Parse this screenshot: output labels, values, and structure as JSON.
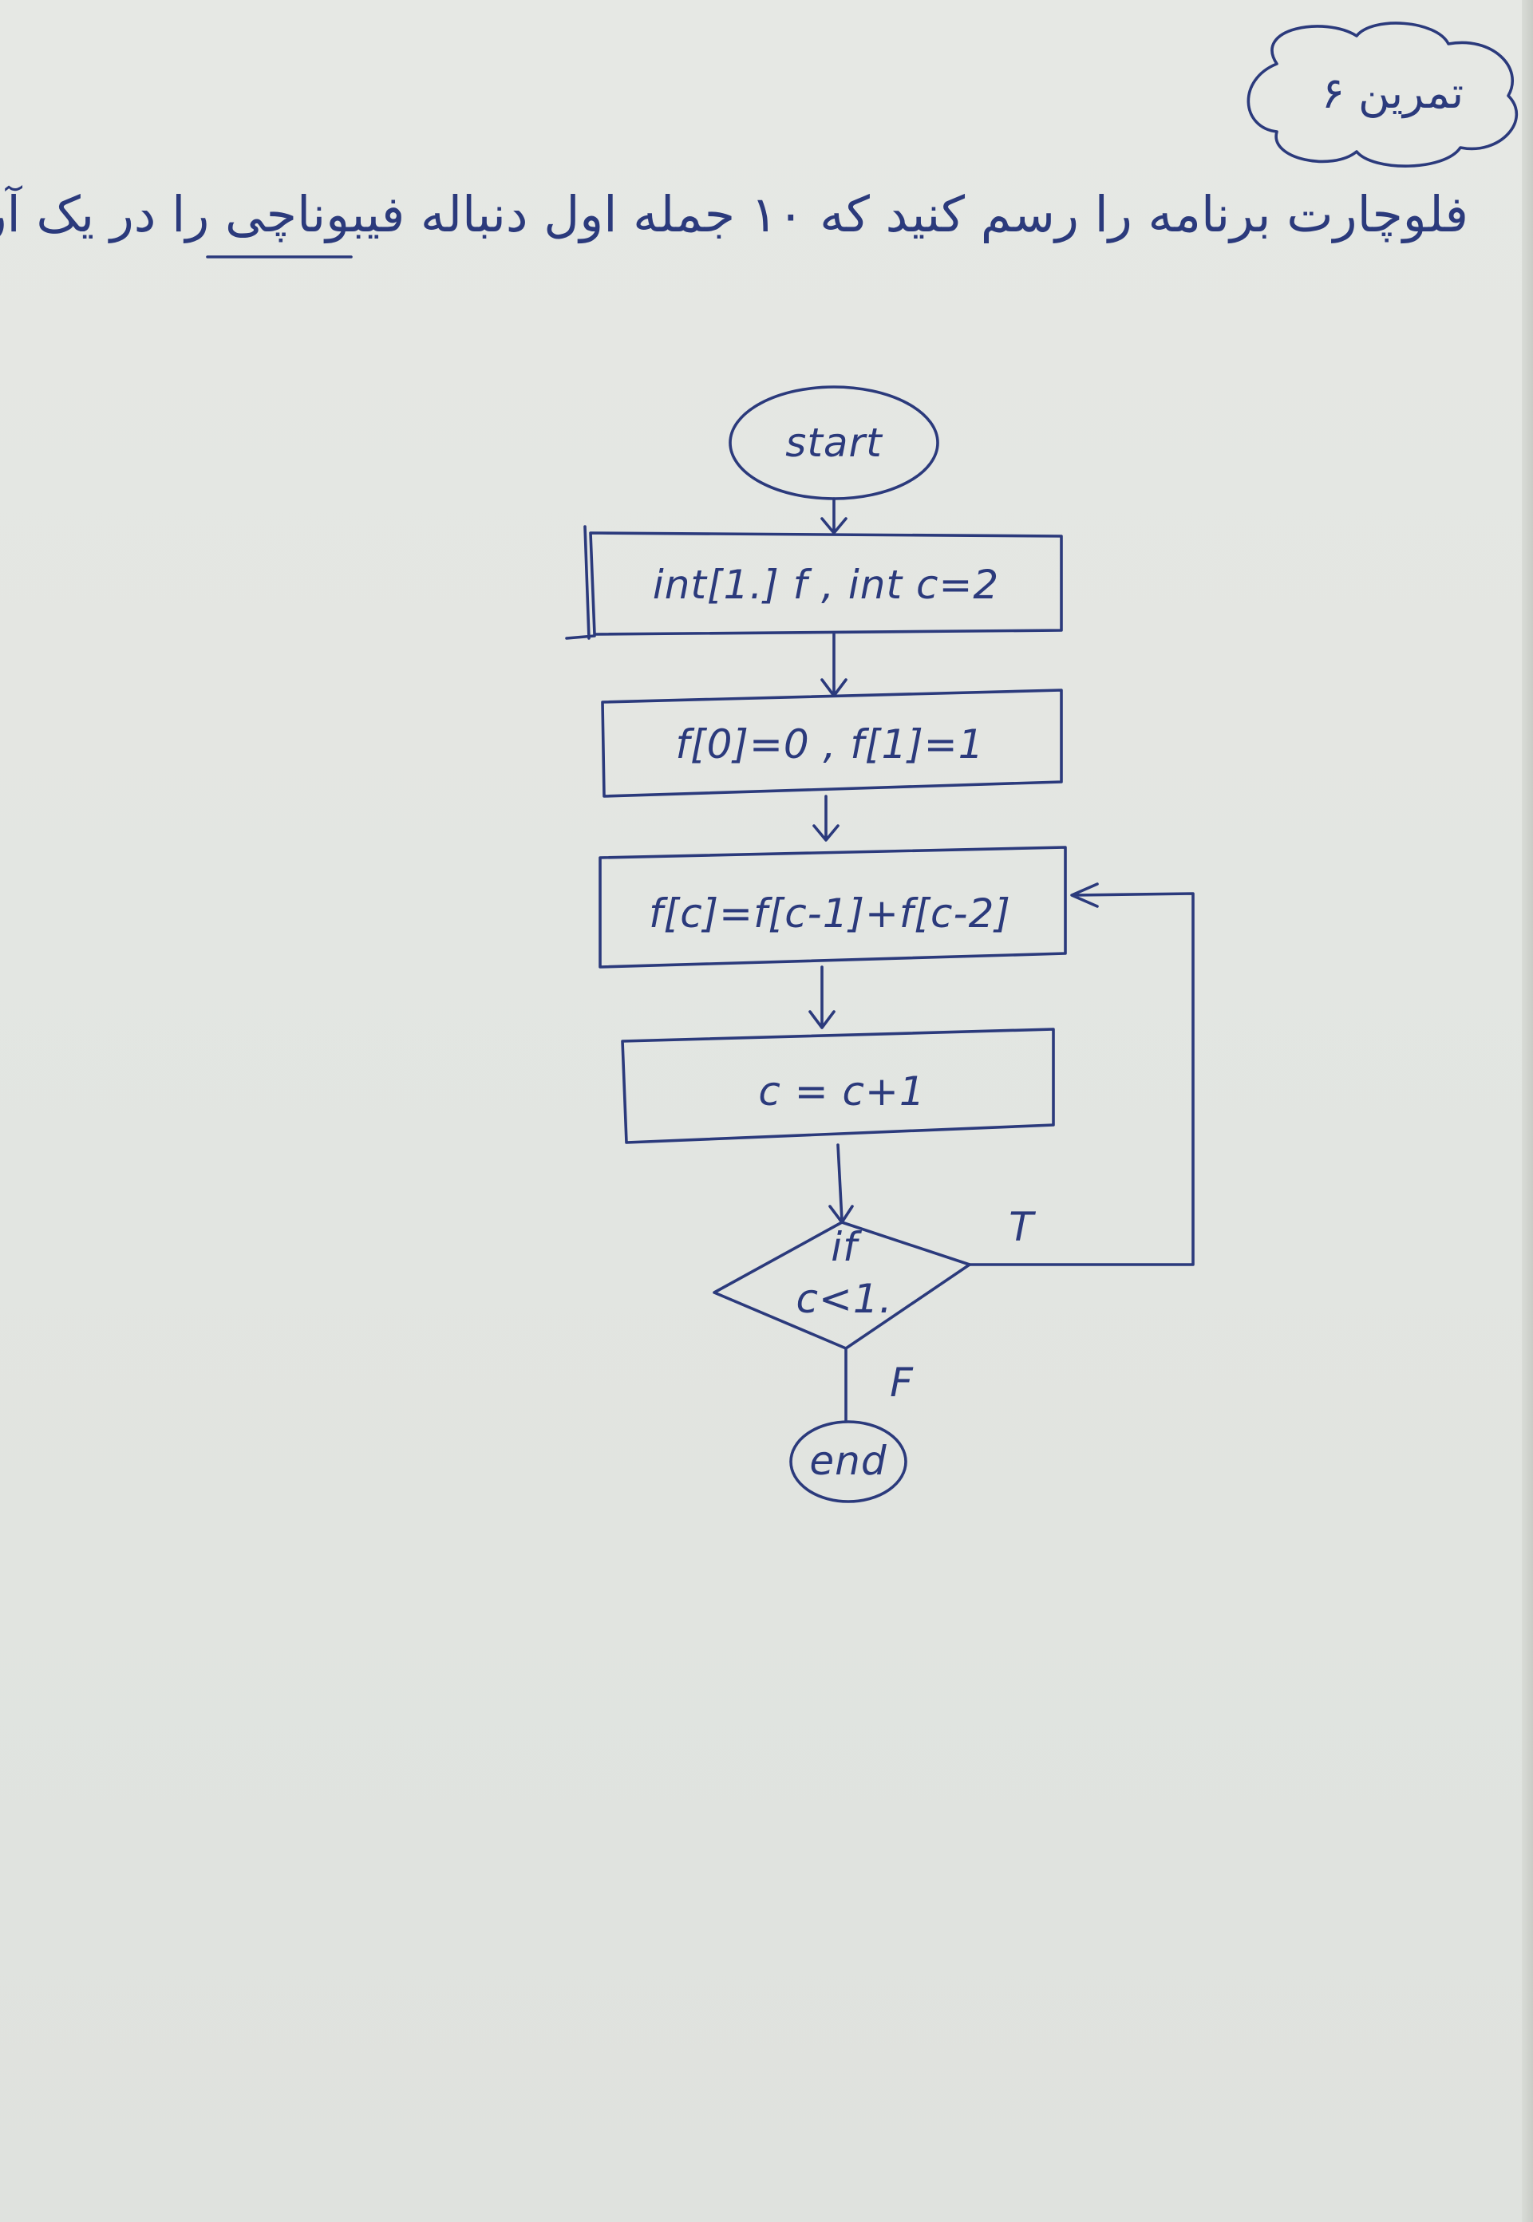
{
  "header": {
    "exercise_label": "تمرین ۶"
  },
  "question": {
    "text": "فلوچارت برنامه را رسم کنید که ۱۰ جمله اول دنباله فیبوناچی را در یک آرایه ذخیره کند."
  },
  "flowchart": {
    "start": "start",
    "declare": "int[1.] f , int c=2",
    "init": "f[0]=0 , f[1]=1",
    "compute": "f[c]=f[c-1]+f[c-2]",
    "increment": "c = c+1",
    "condition_line1": "if",
    "condition_line2": "c<1.",
    "true_label": "T",
    "false_label": "F",
    "end": "end"
  },
  "colors": {
    "ink": "#2b3a7c",
    "paper": "#e4e6e2"
  }
}
